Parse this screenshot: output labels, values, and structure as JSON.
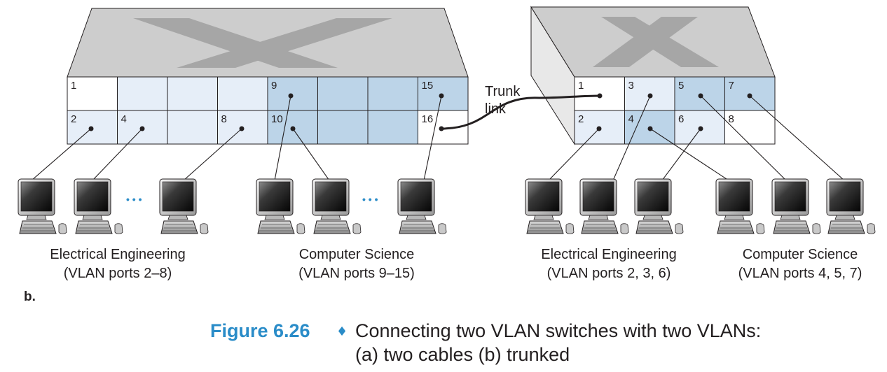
{
  "colors": {
    "ee_port": "#e6eef8",
    "cs_port": "#bcd4e8",
    "unused_port": "#ffffff",
    "switch_top": "#cfcfcf",
    "switch_side": "#e9e9e9",
    "x_mark": "#a9a9a9",
    "caption_accent": "#2a8cc8",
    "ink": "#231f20"
  },
  "switch_left": {
    "ports_top_row": [
      {
        "label": "1",
        "vlan": "none"
      },
      {
        "label": "",
        "vlan": "ee"
      },
      {
        "label": "",
        "vlan": "ee"
      },
      {
        "label": "",
        "vlan": "ee"
      },
      {
        "label": "9",
        "vlan": "cs"
      },
      {
        "label": "",
        "vlan": "cs"
      },
      {
        "label": "",
        "vlan": "cs"
      },
      {
        "label": "15",
        "vlan": "cs"
      }
    ],
    "ports_bottom_row": [
      {
        "label": "2",
        "vlan": "ee"
      },
      {
        "label": "4",
        "vlan": "ee"
      },
      {
        "label": "",
        "vlan": "ee"
      },
      {
        "label": "8",
        "vlan": "ee"
      },
      {
        "label": "10",
        "vlan": "cs"
      },
      {
        "label": "",
        "vlan": "cs"
      },
      {
        "label": "",
        "vlan": "cs"
      },
      {
        "label": "16",
        "vlan": "none"
      }
    ]
  },
  "switch_right": {
    "ports_top_row": [
      {
        "label": "1",
        "vlan": "none"
      },
      {
        "label": "3",
        "vlan": "ee"
      },
      {
        "label": "5",
        "vlan": "cs"
      },
      {
        "label": "7",
        "vlan": "cs"
      }
    ],
    "ports_bottom_row": [
      {
        "label": "2",
        "vlan": "ee"
      },
      {
        "label": "4",
        "vlan": "cs"
      },
      {
        "label": "6",
        "vlan": "ee"
      },
      {
        "label": "8",
        "vlan": "none"
      }
    ]
  },
  "trunk": {
    "line1": "Trunk",
    "line2": "link"
  },
  "ellipsis": "• • •",
  "groups": {
    "left_ee": {
      "name": "Electrical Engineering",
      "ports": "(VLAN ports 2–8)"
    },
    "left_cs": {
      "name": "Computer Science",
      "ports": "(VLAN ports 9–15)"
    },
    "right_ee": {
      "name": "Electrical Engineering",
      "ports": "(VLAN ports 2, 3, 6)"
    },
    "right_cs": {
      "name": "Computer Science",
      "ports": "(VLAN ports 4, 5, 7)"
    }
  },
  "part_label": "b.",
  "caption": {
    "figure": "Figure 6.26",
    "diamond": "♦",
    "line1": "Connecting two VLAN switches with two VLANs:",
    "line2": "(a) two cables (b) trunked"
  }
}
